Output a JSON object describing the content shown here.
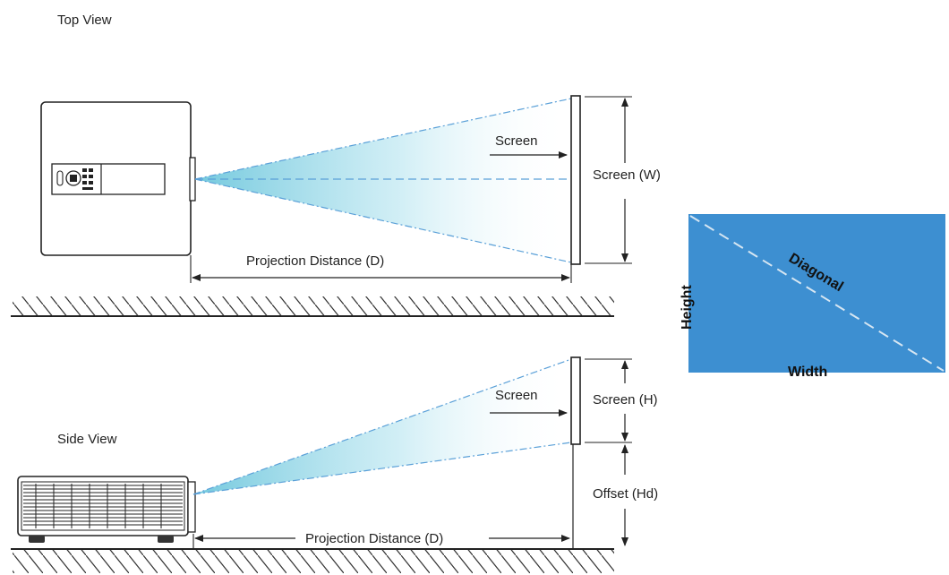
{
  "top_view": {
    "title": "Top View",
    "screen_label": "Screen",
    "screen_width_label": "Screen (W)",
    "projection_distance_label": "Projection Distance (D)"
  },
  "side_view": {
    "title": "Side View",
    "screen_label": "Screen",
    "screen_height_label": "Screen (H)",
    "offset_label": "Offset (Hd)",
    "projection_distance_label": "Projection Distance (D)"
  },
  "screen_diagram": {
    "height_label": "Height",
    "diagonal_label": "Diagonal",
    "width_label": "Width",
    "fill_color": "#3d8fd1"
  },
  "colors": {
    "beam": "#8fd6e6",
    "dash_line": "#5aa0d8",
    "outline": "#222222"
  }
}
